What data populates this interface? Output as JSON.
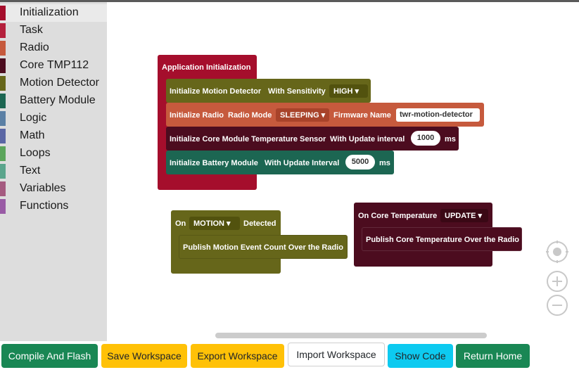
{
  "toolbox": {
    "categories": [
      {
        "label": "Initialization",
        "color": "#a50e2c"
      },
      {
        "label": "Task",
        "color": "#b4203c"
      },
      {
        "label": "Radio",
        "color": "#c65a3d"
      },
      {
        "label": "Core TMP112",
        "color": "#4c0c1f"
      },
      {
        "label": "Motion Detector",
        "color": "#66661a"
      },
      {
        "label": "Battery Module",
        "color": "#1c6652"
      },
      {
        "label": "Logic",
        "color": "#5b80a5"
      },
      {
        "label": "Math",
        "color": "#5b67a5"
      },
      {
        "label": "Loops",
        "color": "#5ba55b"
      },
      {
        "label": "Text",
        "color": "#5ba58c"
      },
      {
        "label": "Variables",
        "color": "#a55b80"
      },
      {
        "label": "Functions",
        "color": "#995ba5"
      }
    ]
  },
  "blocks": {
    "app_init": {
      "title": "Application Initialization",
      "motion": {
        "label": "Initialize Motion Detector",
        "sens_label": "With Sensitivity",
        "sensitivity": "HIGH ▾"
      },
      "radio": {
        "label": "Initialize Radio",
        "mode_label": "Radio Mode",
        "mode": "SLEEPING ▾",
        "fw_label": "Firmware Name",
        "firmware": "twr-motion-detector"
      },
      "temp": {
        "label": "Initialize Core Module Temperature Sensor",
        "interval_label": "With Update interval",
        "interval": "1000",
        "unit": "ms"
      },
      "battery": {
        "label": "Initialize Battery Module",
        "interval_label": "With Update Interval",
        "interval": "5000",
        "unit": "ms"
      }
    },
    "on_motion": {
      "on_label": "On",
      "event": "MOTION ▾",
      "detected_label": "Detected",
      "publish": "Publish Motion Event Count Over the Radio"
    },
    "on_temp": {
      "label": "On Core Temperature",
      "event": "UPDATE ▾",
      "publish": "Publish Core Temperature Over the Radio"
    }
  },
  "controls": {
    "center": "crosshair-icon",
    "zoom_in": "plus-icon",
    "zoom_out": "minus-icon"
  },
  "buttons": {
    "compile": {
      "label": "Compile And Flash",
      "bg": "#198754",
      "fg": "#ffffff"
    },
    "save": {
      "label": "Save Workspace",
      "bg": "#ffc107",
      "fg": "#212529"
    },
    "export": {
      "label": "Export Workspace",
      "bg": "#ffc107",
      "fg": "#212529"
    },
    "import": {
      "label": "Import Workspace",
      "bg": "#ffffff",
      "fg": "#212529"
    },
    "show_code": {
      "label": "Show Code",
      "bg": "#0dcaf0",
      "fg": "#212529"
    },
    "return_home": {
      "label": "Return Home",
      "bg": "#198754",
      "fg": "#ffffff"
    }
  }
}
